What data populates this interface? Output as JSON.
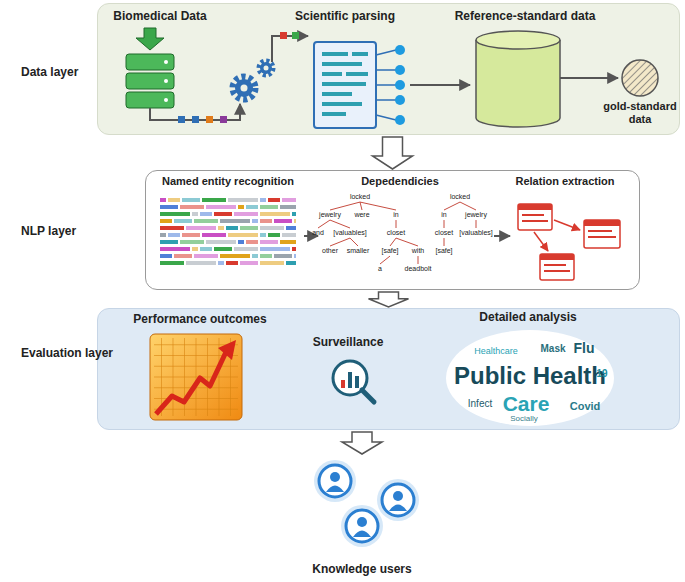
{
  "diagram": {
    "nodes": [
      {
        "text": [
          "Data layer"
        ]
      },
      {
        "text": [
          "NLP layer"
        ]
      },
      {
        "text": [
          "Evaluation layer"
        ]
      },
      {
        "text": [
          "Knowledge users"
        ]
      }
    ],
    "edges": [
      {
        "from": 0,
        "to": 1,
        "arrow": "to"
      },
      {
        "from": 1,
        "to": 2,
        "arrow": "to"
      },
      {
        "from": 2,
        "to": 3,
        "arrow": "to"
      }
    ],
    "labels": [
      "Biomedical Data",
      "Scientific parsing",
      "Reference-standard data",
      "gold-standard data",
      "Named entity recognition",
      "Depedendicies",
      "Relation extraction",
      "Performance outcomes",
      "Surveillance",
      "Detailed analysis",
      "locked",
      "jewelry",
      "were",
      "in",
      "and",
      "[valuables]",
      "closet",
      "other",
      "smaller",
      "[safe]",
      "with",
      "a",
      "deadbolt",
      "locked",
      "in",
      "jewelry",
      "closet",
      "[valuables]",
      "[safe]",
      "Public Health",
      "Care",
      "Flu",
      "Covid",
      "19",
      "Mask",
      "Infect",
      "Healthcare",
      "Socially"
    ]
  }
}
